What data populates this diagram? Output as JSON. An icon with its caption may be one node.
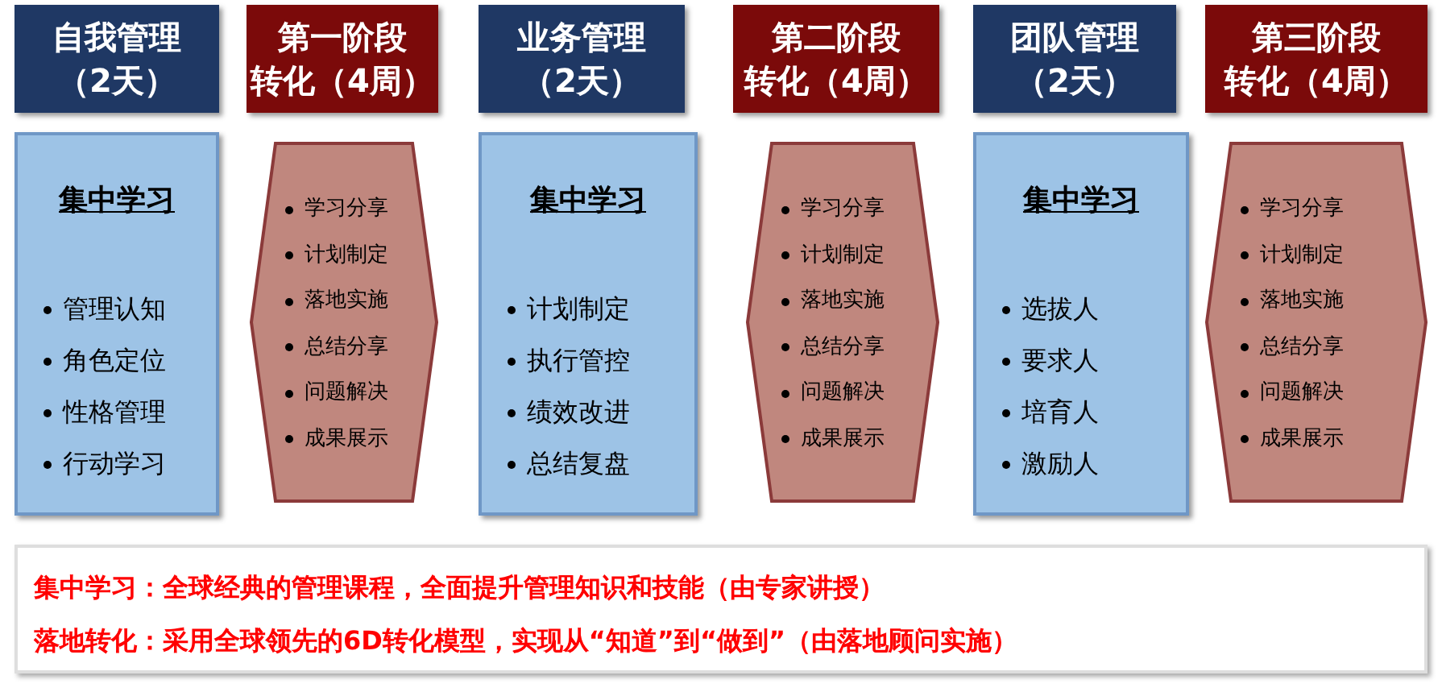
{
  "diagram": {
    "nodes": [
      {
        "text": [
          "自我管理",
          "（2天）"
        ]
      },
      {
        "text": [
          "第一阶段",
          "转化（4周）"
        ]
      },
      {
        "text": [
          "业务管理",
          "（2天）"
        ]
      },
      {
        "text": [
          "第二阶段",
          "转化（4周）"
        ]
      },
      {
        "text": [
          "团队管理",
          "（2天）"
        ]
      },
      {
        "text": [
          "第三阶段",
          "转化（4周）"
        ]
      },
      {
        "text": [
          "集中学习",
          "管理认知",
          "角色定位",
          "性格管理",
          "行动学习"
        ]
      },
      {
        "text": [
          "学习分享",
          "计划制定",
          "落地实施",
          "总结分享",
          "问题解决",
          "成果展示"
        ]
      },
      {
        "text": [
          "集中学习",
          "计划制定",
          "执行管控",
          "绩效改进",
          "总结复盘"
        ]
      },
      {
        "text": [
          "学习分享",
          "计划制定",
          "落地实施",
          "总结分享",
          "问题解决",
          "成果展示"
        ]
      },
      {
        "text": [
          "集中学习",
          "选拔人",
          "要求人",
          "培育人",
          "激励人"
        ]
      },
      {
        "text": [
          "学习分享",
          "计划制定",
          "落地实施",
          "总结分享",
          "问题解决",
          "成果展示"
        ]
      },
      {
        "text": [
          "集中学习：全球经典的管理课程，全面提升管理知识和技能（由专家讲授）",
          "落地转化：采用全球领先的6D转化模型，实现从“知道”到“做到”（由落地顾问实施）"
        ]
      }
    ],
    "edges": []
  }
}
